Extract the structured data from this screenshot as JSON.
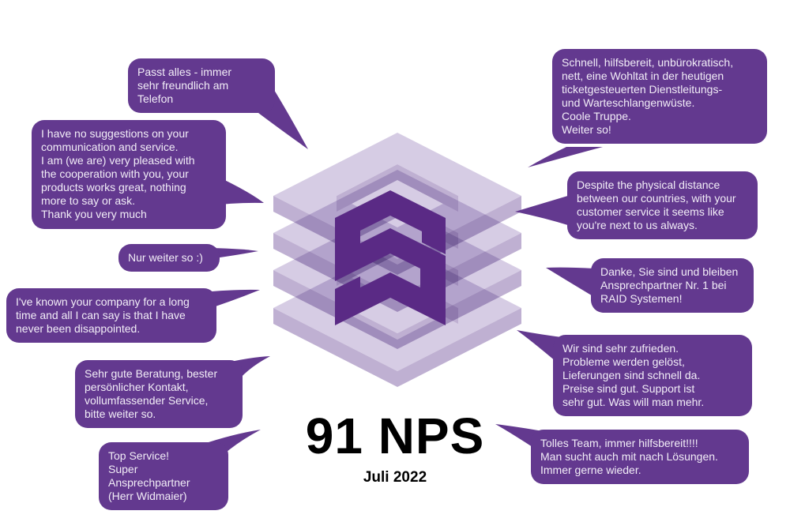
{
  "colors": {
    "background": "#ffffff",
    "bubble_fill": "#63398f",
    "bubble_text": "#f2edf7",
    "logo_dark_purple": "#5a2a85",
    "logo_band_face": "#d6cce4",
    "logo_band_side": "#bfb0d2",
    "score_text": "#000000"
  },
  "score": {
    "label": "91 NPS",
    "period": "Juli 2022"
  },
  "logo": {
    "name": "isometric-s-cube-logo",
    "letter": "S"
  },
  "testimonials": [
    {
      "id": 1,
      "position": "top-left",
      "text": "Passt alles - immer\nsehr freundlich am Telefon"
    },
    {
      "id": 2,
      "position": "left-upper",
      "text": "I have no suggestions on your\ncommunication and service.\nI am (we are) very pleased with\nthe cooperation with you, your\nproducts works great, nothing\nmore to say or ask.\nThank you very much"
    },
    {
      "id": 3,
      "position": "left-middle",
      "text": "Nur weiter so :)"
    },
    {
      "id": 4,
      "position": "left-lower",
      "text": "I've known your company for a long\ntime and all I can say is that I have\nnever been disappointed."
    },
    {
      "id": 5,
      "position": "bottom-left",
      "text": "Sehr gute Beratung, bester\npersönlicher Kontakt,\nvollumfassender Service,\nbitte weiter so."
    },
    {
      "id": 6,
      "position": "bottom-left-2",
      "text": "Top Service!\nSuper Ansprechpartner\n(Herr Widmaier)"
    },
    {
      "id": 7,
      "position": "top-right",
      "text": "Schnell, hilfsbereit, unbürokratisch,\nnett, eine Wohltat in der heutigen\nticketgesteuerten Dienstleitungs-\nund Warteschlangenwüste.\nCoole Truppe.\nWeiter so!"
    },
    {
      "id": 8,
      "position": "right-upper",
      "text": "Despite the physical distance\nbetween our countries, with your\ncustomer service it seems like\nyou're next to us always."
    },
    {
      "id": 9,
      "position": "right-middle",
      "text": "Danke, Sie sind und bleiben\nAnsprechpartner Nr. 1 bei\nRAID Systemen!"
    },
    {
      "id": 10,
      "position": "right-lower",
      "text": "Wir sind sehr zufrieden.\nProbleme werden gelöst,\nLieferungen sind schnell da.\nPreise sind gut. Support ist\nsehr gut. Was will man mehr."
    },
    {
      "id": 11,
      "position": "bottom-right",
      "text": "Tolles Team, immer hilfsbereit!!!!\nMan sucht auch mit nach Lösungen.\nImmer gerne wieder."
    }
  ]
}
